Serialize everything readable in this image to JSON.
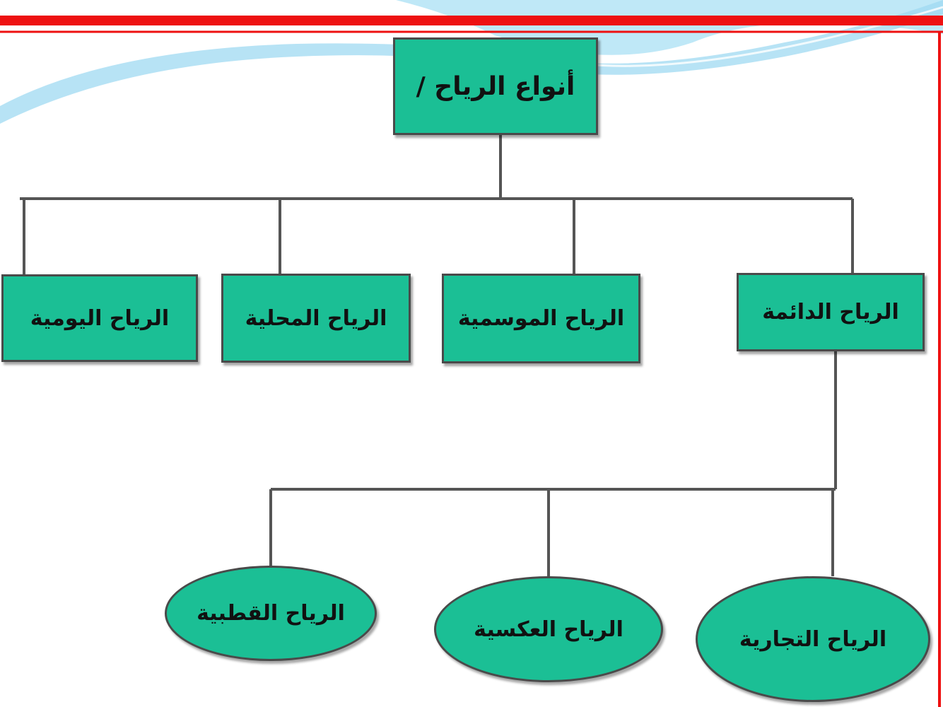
{
  "diagram": {
    "root": {
      "label": "أنواع الرياح /"
    },
    "categories": [
      {
        "id": "daily",
        "label": "الرياح اليومية"
      },
      {
        "id": "local",
        "label": "الرياح المحلية"
      },
      {
        "id": "monsoon",
        "label": "الرياح الموسمية"
      },
      {
        "id": "permanent",
        "label": "الرياح الدائمة"
      }
    ],
    "permanent_subtypes": [
      {
        "id": "polar",
        "label": "الرياح القطبية"
      },
      {
        "id": "anti_trade",
        "label": "الرياح العكسية"
      },
      {
        "id": "trade",
        "label": "الرياح التجارية"
      }
    ]
  },
  "colors": {
    "node_fill": "#1bbf95",
    "node_border": "#4a4a4a",
    "connector": "#555555",
    "frame": "#ee1111",
    "wave": "#8fd3f0"
  }
}
